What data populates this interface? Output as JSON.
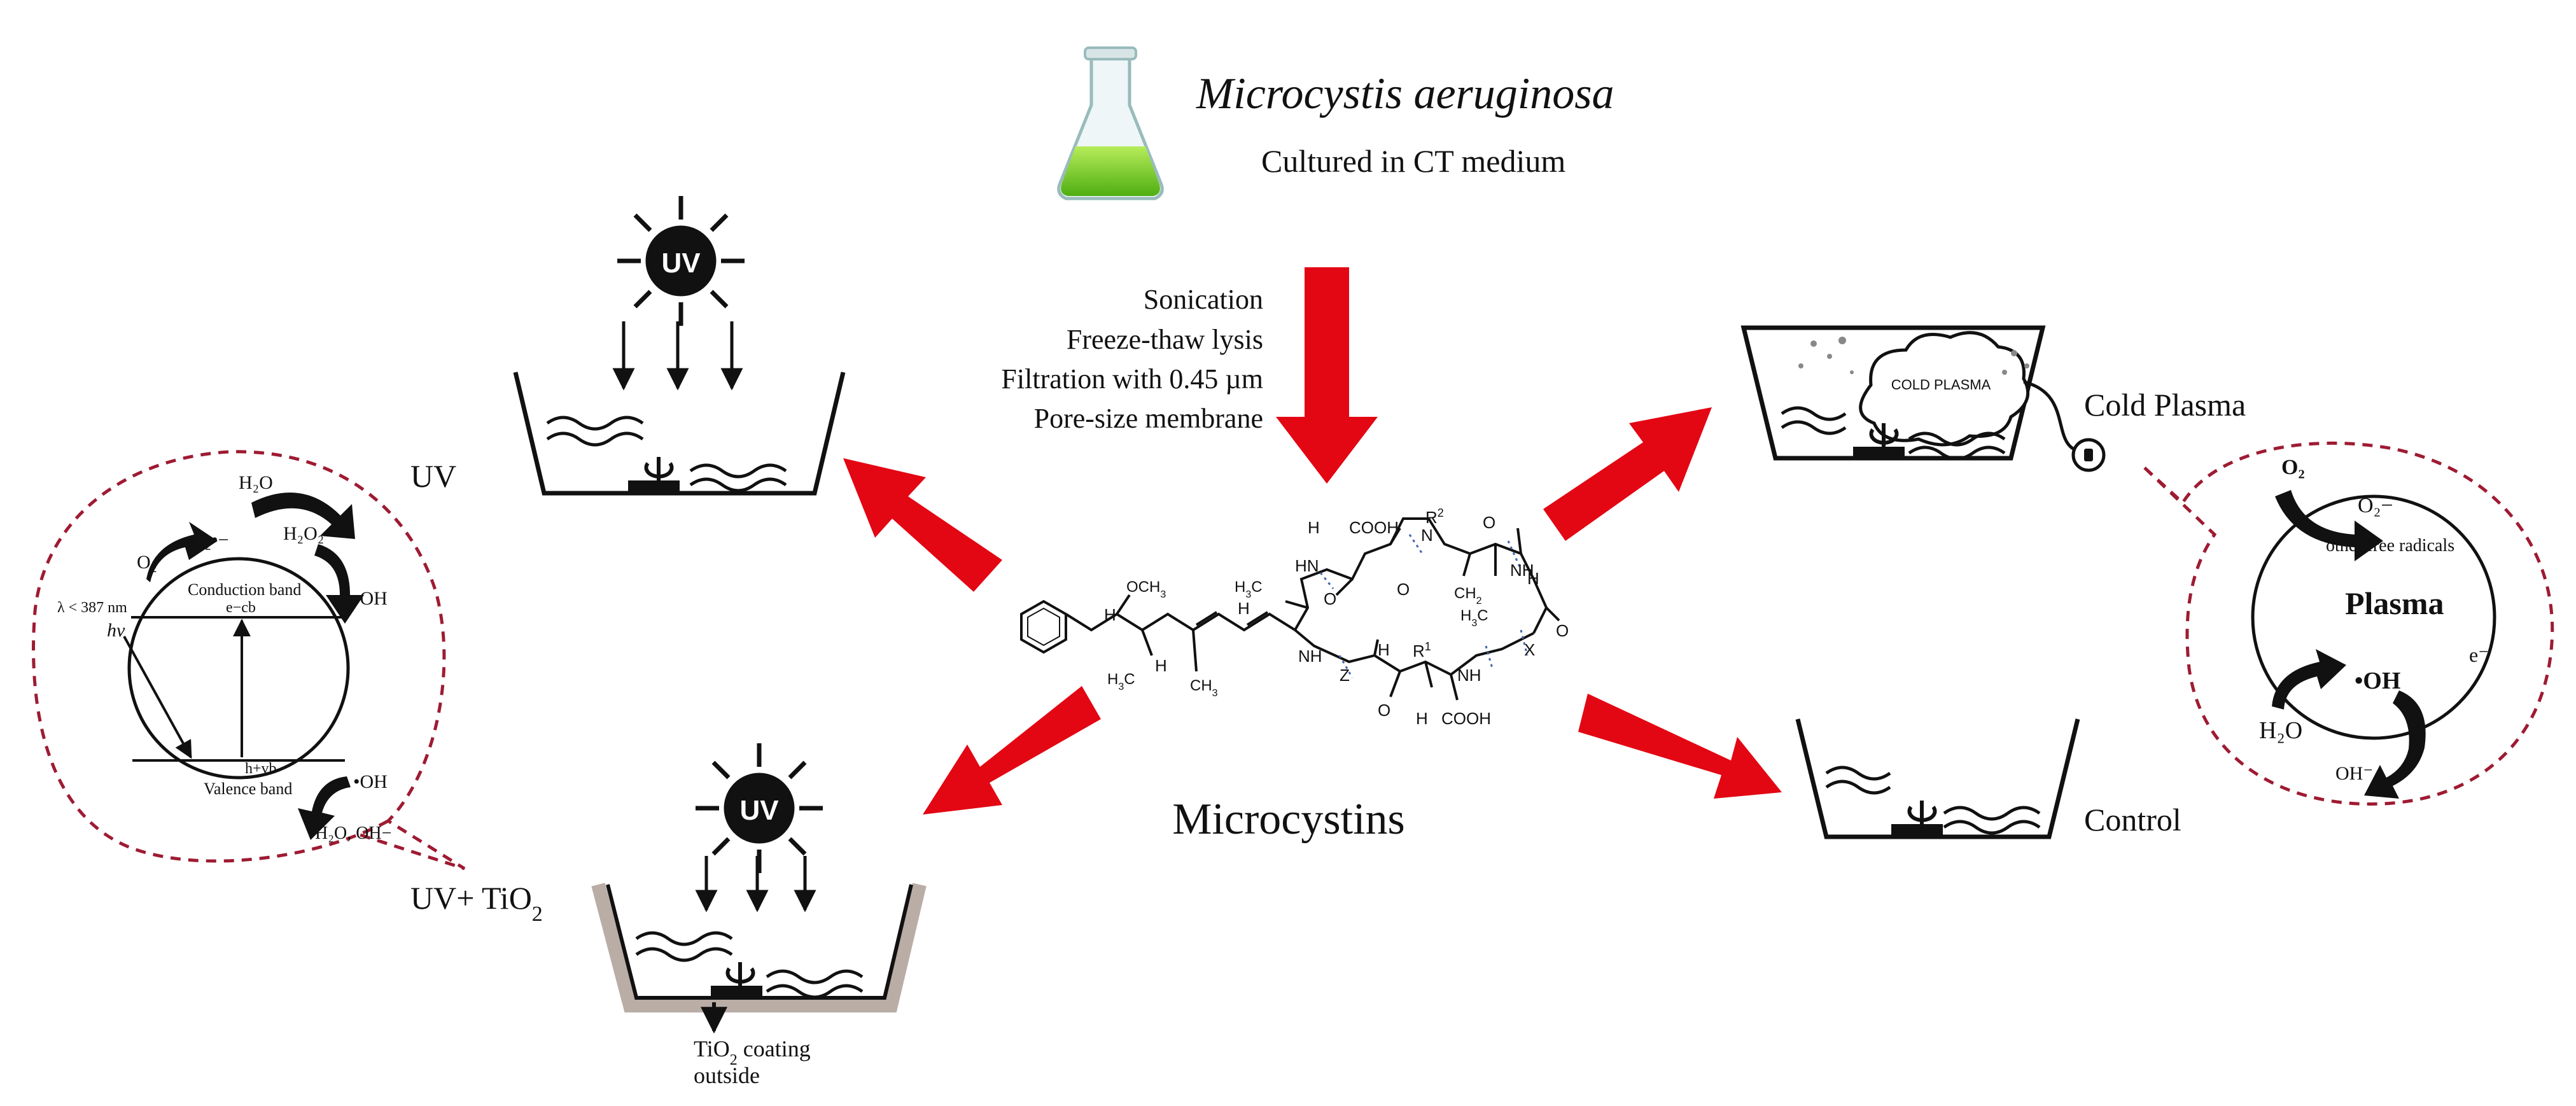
{
  "header": {
    "organism": "Microcystis aeruginosa",
    "medium": "Cultured in CT medium"
  },
  "pretreatment": {
    "steps": [
      "Sonication",
      "Freeze-thaw lysis",
      "Filtration with 0.45 µm",
      "Pore-size membrane"
    ]
  },
  "center": {
    "title": "Microcystins",
    "groups": {
      "cooh_top": "COOH",
      "cooh_bottom": "COOH",
      "r1": "R",
      "r1_sup": "1",
      "r2": "R",
      "r2_sup": "2",
      "och3": "OCH",
      "och3_sub": "3",
      "ch3": "CH",
      "ch3_sub": "3",
      "h3c": "H",
      "h3c_sub": "3",
      "h3c_c": "C",
      "ch2": "CH",
      "ch2_sub": "2",
      "hn": "HN",
      "nh": "NH",
      "n": "N",
      "o": "O",
      "h": "H",
      "x": "X",
      "z": "Z"
    }
  },
  "treatments": {
    "uv": {
      "label": "UV",
      "sun_label": "UV"
    },
    "uv_tio2": {
      "label_main": "UV+ TiO",
      "label_sub": "2",
      "sun_label": "UV",
      "note_line1_main": "TiO",
      "note_line1_sub": "2",
      "note_line1_rest": " coating",
      "note_line2": "outside"
    },
    "cold_plasma": {
      "label": "Cold Plasma",
      "cloud_label": "COLD PLASMA"
    },
    "control": {
      "label": "Control"
    }
  },
  "photocatalysis_bubble": {
    "h2o_top": "H₂O",
    "o2": "O₂",
    "o2_radical": "O₂•−",
    "h2o2": "H₂O₂",
    "oh_top": "•OH",
    "conduction_band": "Conduction band",
    "ecb": "e−cb",
    "wavelength": "λ < 387 nm",
    "hv": "hν",
    "hvb": "h+vb",
    "valence_band": "Valence band",
    "oh_bottom": "•OH",
    "h2o_oh": "H₂O, OH−"
  },
  "plasma_bubble": {
    "o2": "O₂",
    "o2_radical": "O₂−",
    "other_radicals": "other free radicals",
    "title": "Plasma",
    "oh": "•OH",
    "electron": "e⁻",
    "h2o": "H₂O",
    "oh_minus": "OH⁻"
  },
  "colors": {
    "arrow_red": "#e30613",
    "bubble_border": "#9e1b32",
    "flask_green": "#7fd22a",
    "tio2_coat": "#b9ada6",
    "line": "#111111"
  }
}
